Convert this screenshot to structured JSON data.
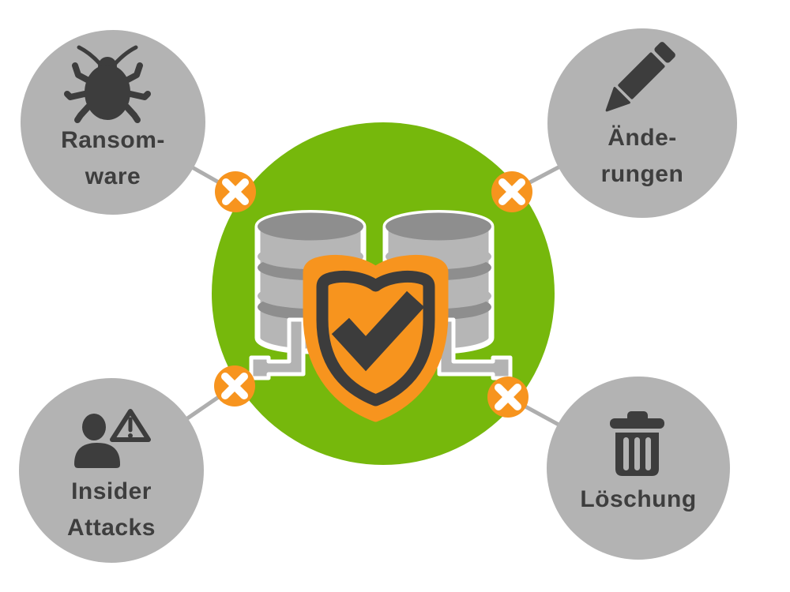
{
  "diagram": {
    "type": "hub-and-spoke-infographic",
    "center": {
      "icon": "database-shield-check-icon",
      "description_icons": [
        "database-icon",
        "shield-check-icon",
        "network-cable-icon"
      ]
    },
    "connector_icon": "blocked-x-icon",
    "nodes": {
      "top_left": {
        "id": "ransomware",
        "icon": "bug-icon",
        "line1": "Ransom-",
        "line2": "ware"
      },
      "top_right": {
        "id": "aenderungen",
        "icon": "pencil-icon",
        "line1": "Ände-",
        "line2": "rungen"
      },
      "bottom_left": {
        "id": "insider-attacks",
        "icon": "user-warning-icon",
        "line1": "Insider",
        "line2": "Attacks"
      },
      "bottom_right": {
        "id": "loeschung",
        "icon": "trash-icon",
        "line1": "Löschung"
      }
    },
    "colors": {
      "background": "#ffffff",
      "green_circle": "#76B80C",
      "gray_circle": "#B3B3B3",
      "orange": "#F7941E",
      "dark_icon": "#3D3D3D",
      "label_text": "#3E3E3E",
      "connector_line": "#AEAEAE",
      "cylinder_body": "#B6B6B6",
      "cylinder_band": "#8E8E8E",
      "outline_white": "#FFFFFF"
    }
  }
}
